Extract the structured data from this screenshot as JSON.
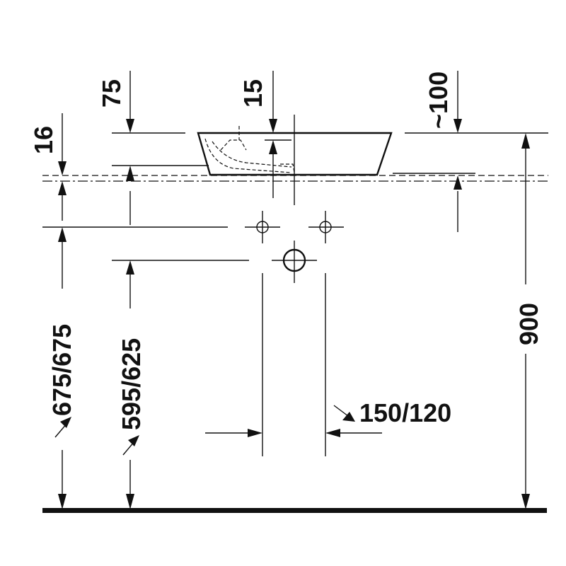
{
  "dimensions": {
    "d75": "75",
    "d15": "15",
    "d100": "~100",
    "d16": "16",
    "d675": "675/675",
    "d595": "595/625",
    "d900": "900",
    "d150": "150/120"
  },
  "colors": {
    "ink": "#111111",
    "background": "#ffffff"
  }
}
